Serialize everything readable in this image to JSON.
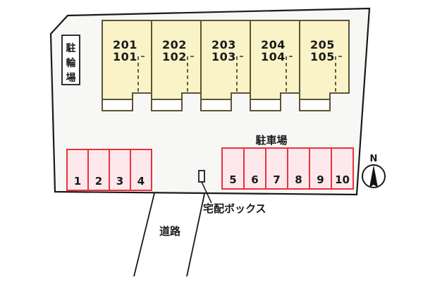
{
  "site": {
    "background_color": "#f7f7f5",
    "outline_color": "#1a1a1a"
  },
  "building": {
    "fill_color": "#faf3c8",
    "border_color": "#5a5434",
    "units": [
      {
        "upper": "201",
        "lower": "101"
      },
      {
        "upper": "202",
        "lower": "102"
      },
      {
        "upper": "203",
        "lower": "103"
      },
      {
        "upper": "204",
        "lower": "104"
      },
      {
        "upper": "205",
        "lower": "105"
      }
    ]
  },
  "bicycle_parking": {
    "label_chars": [
      "駐",
      "輪",
      "場"
    ],
    "label_full": "駐輪場"
  },
  "car_parking": {
    "label": "駐車場",
    "fill_color": "#fde8ec",
    "border_color": "#e8323c",
    "left_group": [
      "1",
      "2",
      "3",
      "4"
    ],
    "right_group": [
      "5",
      "6",
      "7",
      "8",
      "9",
      "10"
    ]
  },
  "delivery_box": {
    "label": "宅配ボックス"
  },
  "road": {
    "label": "道路"
  },
  "compass": {
    "north_label": "N"
  }
}
